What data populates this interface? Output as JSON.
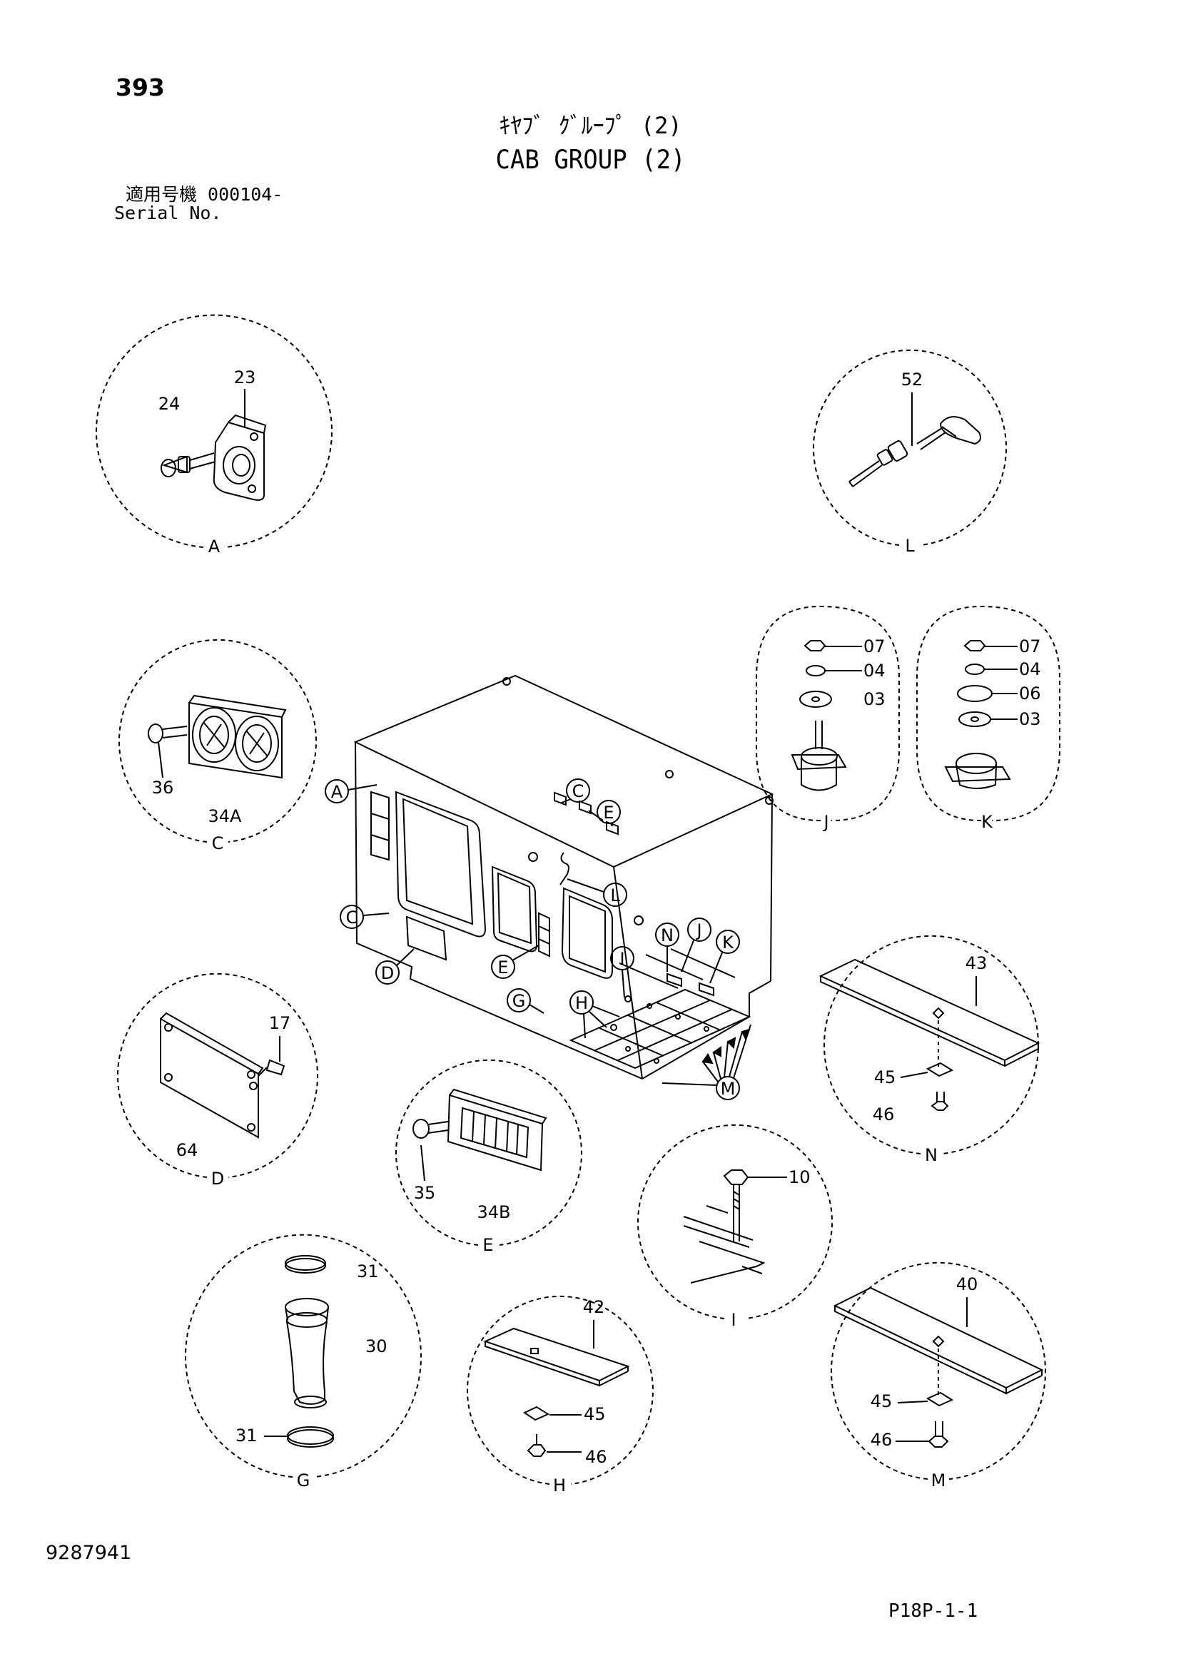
{
  "header": {
    "page_number": "393",
    "title_jp": "ｷﾔﾌﾞ ｸﾞﾙｰﾌﾟ (2)",
    "title_en": "CAB GROUP (2)",
    "serial_label_jp": "適用号機 000104-",
    "serial_label_en": "Serial No."
  },
  "footer": {
    "doc_number": "9287941",
    "page_code": "P18P-1-1"
  },
  "detail_views": {
    "A": {
      "view_label": "A",
      "parts": [
        "23",
        "24"
      ]
    },
    "L": {
      "view_label": "L",
      "parts": [
        "52"
      ]
    },
    "C": {
      "view_label": "C",
      "parts": [
        "36",
        "34A"
      ]
    },
    "J": {
      "view_label": "J",
      "parts": [
        "07",
        "04",
        "03"
      ]
    },
    "K": {
      "view_label": "K",
      "parts": [
        "07",
        "04",
        "06",
        "03"
      ]
    },
    "D": {
      "view_label": "D",
      "parts": [
        "17",
        "64"
      ]
    },
    "E": {
      "view_label": "E",
      "parts": [
        "35",
        "34B"
      ]
    },
    "N": {
      "view_label": "N",
      "parts": [
        "43",
        "45",
        "46"
      ]
    },
    "I": {
      "view_label": "I",
      "parts": [
        "10"
      ]
    },
    "G": {
      "view_label": "G",
      "parts": [
        "31",
        "30",
        "31"
      ]
    },
    "H": {
      "view_label": "H",
      "parts": [
        "42",
        "45",
        "46"
      ]
    },
    "M": {
      "view_label": "M",
      "parts": [
        "40",
        "45",
        "46"
      ]
    }
  },
  "main_callouts": [
    "A",
    "C",
    "E",
    "L",
    "C",
    "D",
    "E",
    "N",
    "J",
    "K",
    "I",
    "G",
    "H",
    "M"
  ]
}
